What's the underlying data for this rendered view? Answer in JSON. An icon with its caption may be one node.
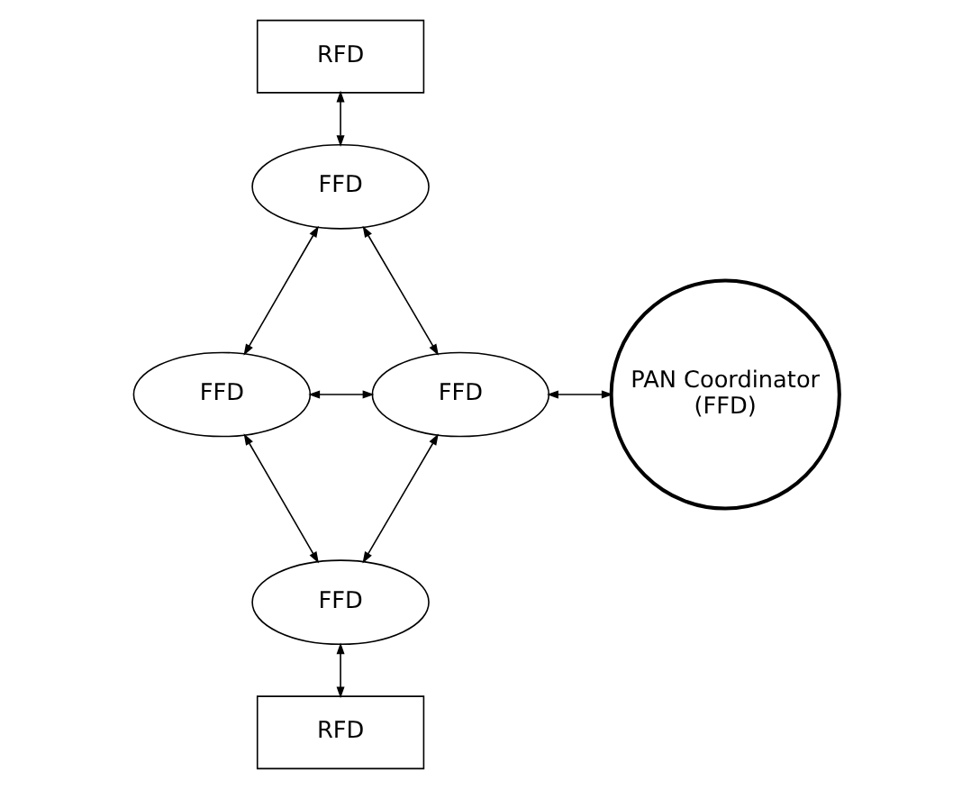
{
  "diagram": {
    "nodes": [
      {
        "text": [
          "RFD"
        ]
      },
      {
        "text": [
          "FFD"
        ]
      },
      {
        "text": [
          "FFD"
        ]
      },
      {
        "text": [
          "FFD"
        ]
      },
      {
        "text": [
          "PAN Coordinator (FFD)"
        ]
      },
      {
        "text": [
          "FFD"
        ]
      },
      {
        "text": [
          "RFD"
        ]
      }
    ],
    "edges": [
      {
        "from": 0,
        "to": 1,
        "arrow": "both"
      },
      {
        "from": 1,
        "to": 2,
        "arrow": "both"
      },
      {
        "from": 1,
        "to": 3,
        "arrow": "both"
      },
      {
        "from": 2,
        "to": 3,
        "arrow": "both"
      },
      {
        "from": 3,
        "to": 4,
        "arrow": "both"
      },
      {
        "from": 2,
        "to": 5,
        "arrow": "both"
      },
      {
        "from": 3,
        "to": 5,
        "arrow": "both"
      },
      {
        "from": 5,
        "to": 6,
        "arrow": "both"
      }
    ]
  }
}
